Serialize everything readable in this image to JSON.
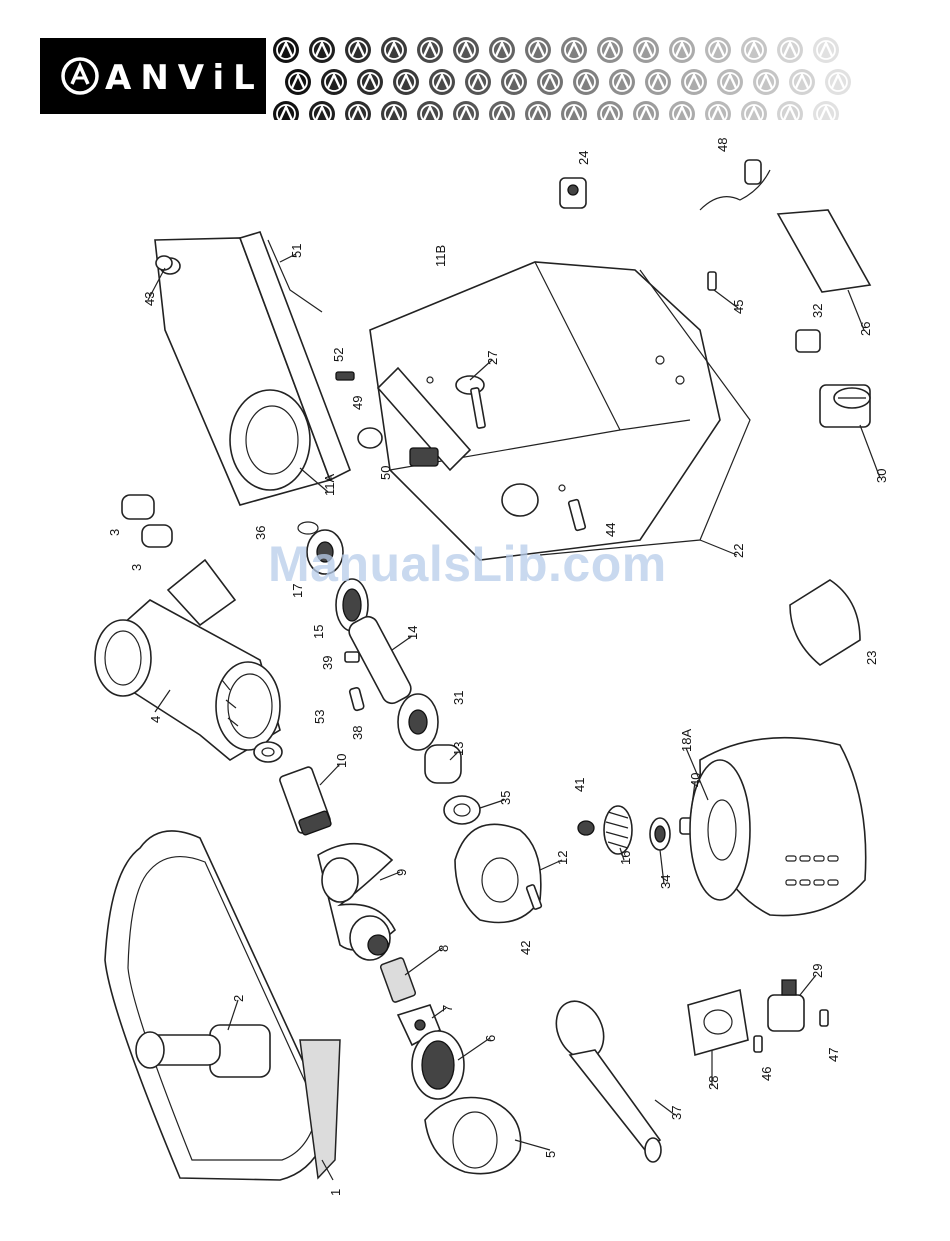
{
  "header": {
    "brand": "ANViL",
    "logo_icon": "anvil-circle-logo-icon",
    "pattern_icon": "anvil-circle-pattern"
  },
  "watermark": {
    "text": "ManualsLib.com"
  },
  "parts": {
    "p1": "1",
    "p2": "2",
    "p3a": "3",
    "p3b": "3",
    "p4": "4",
    "p5": "5",
    "p6": "6",
    "p7": "7",
    "p8": "8",
    "p9": "9",
    "p10": "10",
    "p11a": "11A",
    "p11b": "11B",
    "p12": "12",
    "p13": "13",
    "p14": "14",
    "p15": "15",
    "p16": "16",
    "p17": "17",
    "p18a": "18A",
    "p22": "22",
    "p23": "23",
    "p24": "24",
    "p26": "26",
    "p27": "27",
    "p28": "28",
    "p29": "29",
    "p30": "30",
    "p31": "31",
    "p32": "32",
    "p34": "34",
    "p35": "35",
    "p36": "36",
    "p37": "37",
    "p38": "38",
    "p39": "39",
    "p40": "40",
    "p41": "41",
    "p42": "42",
    "p43": "43",
    "p44": "44",
    "p45": "45",
    "p46": "46",
    "p47": "47",
    "p48": "48",
    "p49": "49",
    "p50": "50",
    "p51": "51",
    "p52": "52",
    "p53": "53"
  },
  "colors": {
    "header_bg": "#000000",
    "ink": "#222222",
    "watermark": "#b8cdea"
  }
}
